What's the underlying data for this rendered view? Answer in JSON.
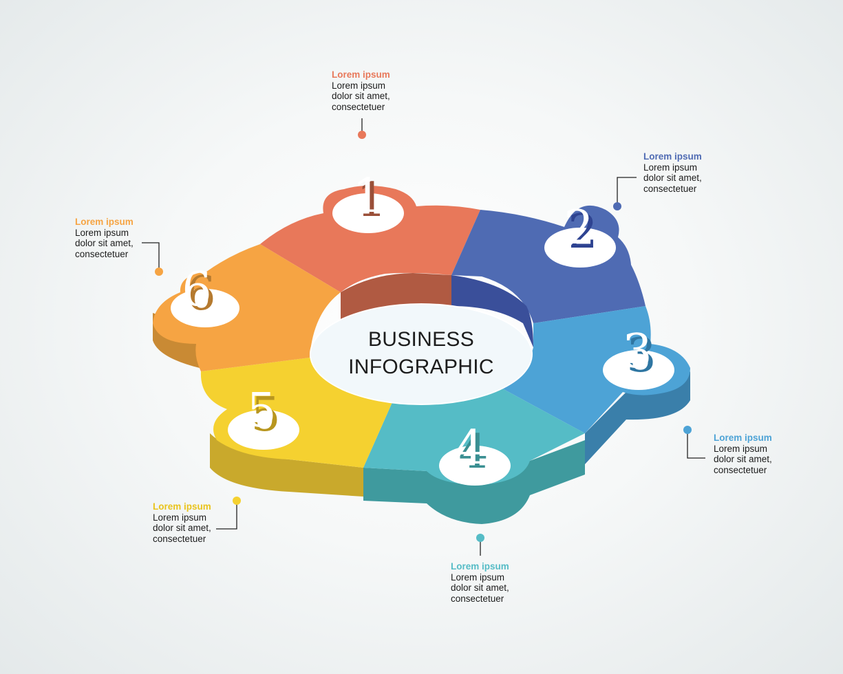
{
  "center": {
    "line1": "BUSINESS",
    "line2": "INFOGRAPHIC"
  },
  "colors": {
    "step1": "#e8785a",
    "step2": "#4f6bb3",
    "step3": "#4da3d6",
    "step4": "#55bcc6",
    "step5": "#f5d130",
    "step6": "#f6a443"
  },
  "steps": [
    {
      "number": "1",
      "title": "Lorem ipsum",
      "body": "Lorem ipsum\ndolor sit amet,\nconsectetuer"
    },
    {
      "number": "2",
      "title": "Lorem ipsum",
      "body": "Lorem ipsum\ndolor sit amet,\nconsectetuer"
    },
    {
      "number": "3",
      "title": "Lorem ipsum",
      "body": "Lorem ipsum\ndolor sit amet,\nconsectetuer"
    },
    {
      "number": "4",
      "title": "Lorem ipsum",
      "body": "Lorem ipsum\ndolor sit amet,\nconsectetuer"
    },
    {
      "number": "5",
      "title": "Lorem ipsum",
      "body": "Lorem ipsum\ndolor sit amet,\nconsectetuer"
    },
    {
      "number": "6",
      "title": "Lorem ipsum",
      "body": "Lorem ipsum\ndolor sit amet,\nconsectetuer"
    }
  ]
}
